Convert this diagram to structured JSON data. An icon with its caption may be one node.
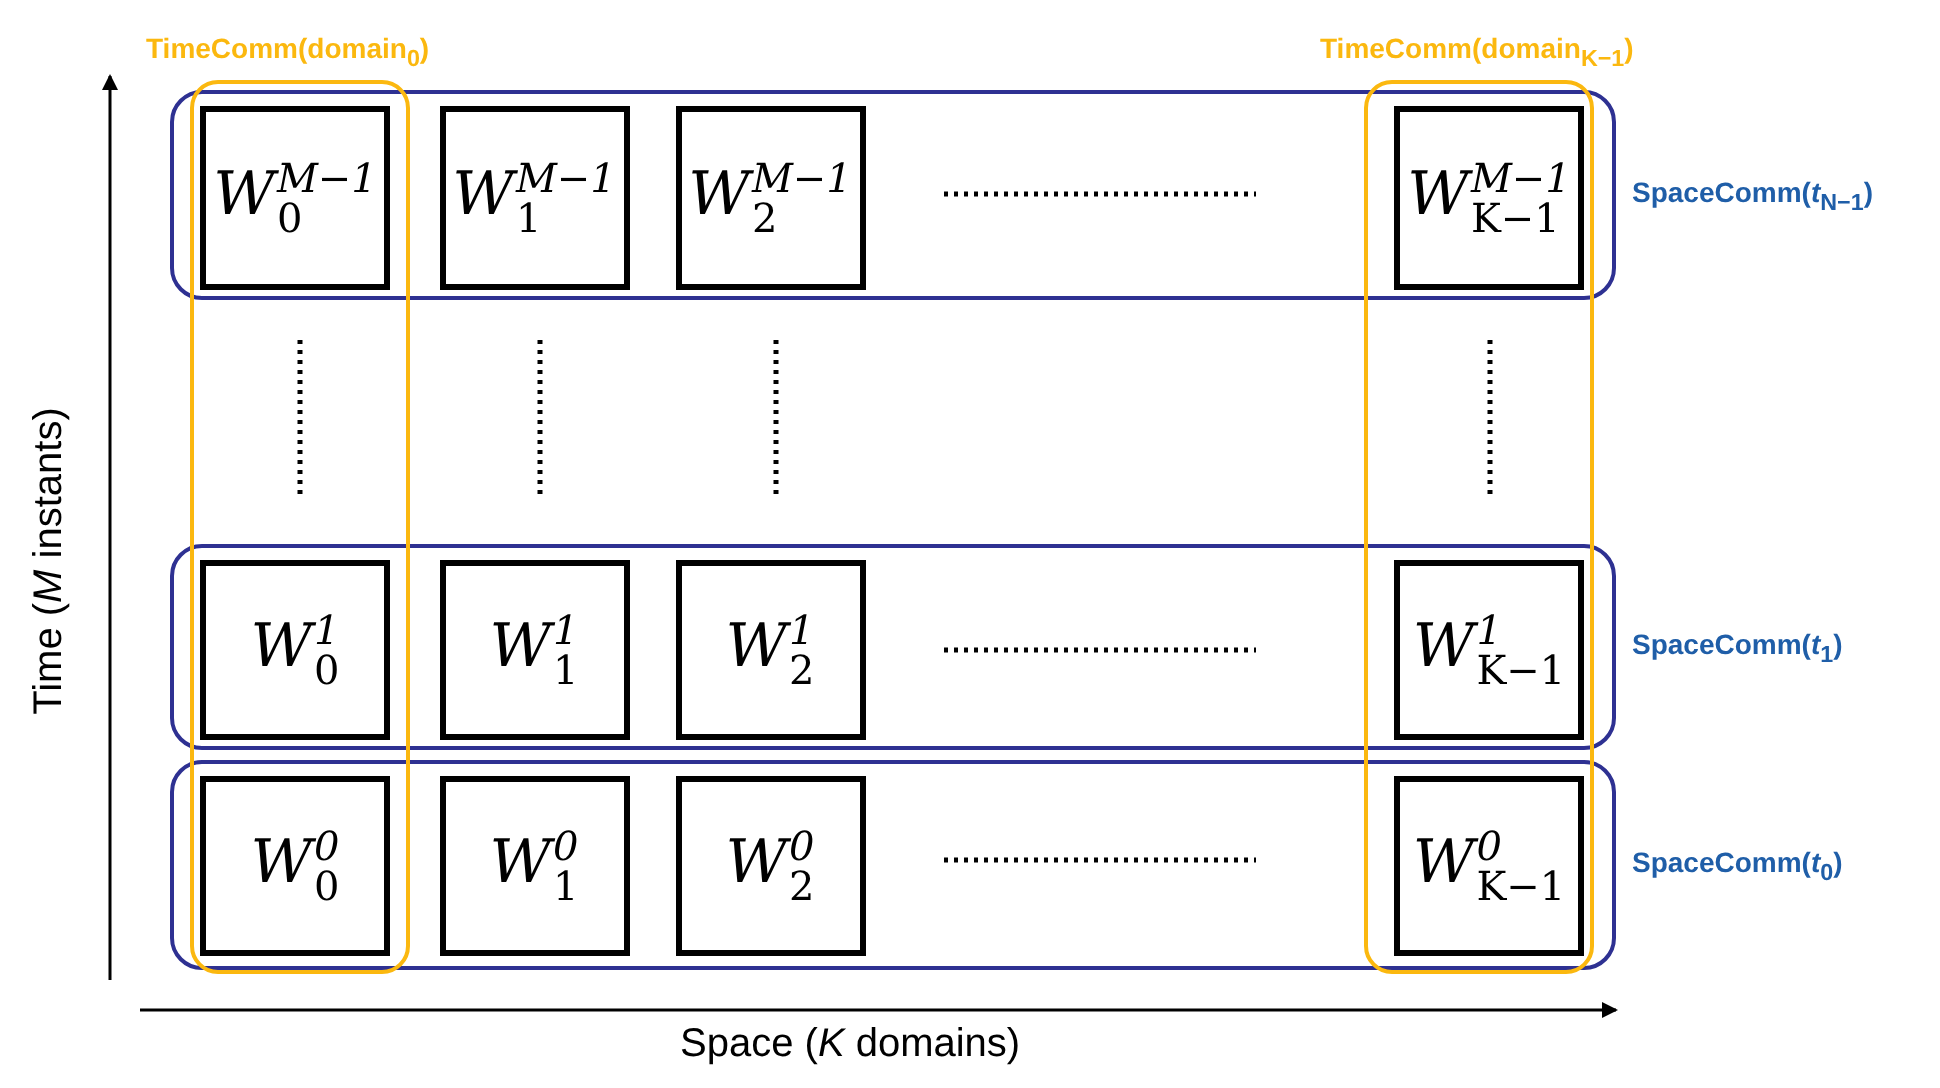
{
  "diagram": {
    "nodes": [
      {
        "text": [
          "TimeComm(domain$_{0}$)"
        ]
      },
      {
        "text": [
          "TimeComm(domain$_{K−1}$)"
        ]
      },
      {
        "text": [
          "SpaceComm(*t*$_{N−1}$)"
        ]
      },
      {
        "text": [
          "W$^{M−1}$$_{0}$"
        ]
      },
      {
        "text": [
          "W$^{M−1}$$_{1}$"
        ],
        "in": 2
      },
      {
        "text": [
          "W$^{M−1}$$_{2}$"
        ],
        "in": 2
      },
      {
        "text": [
          "W$^{M−1}$$_{K−1}$"
        ]
      },
      {
        "text": [
          "SpaceComm(*t*$_{1}$)"
        ]
      },
      {
        "text": [
          "W$^{1}$$_{0}$"
        ]
      },
      {
        "text": [
          "W$^{1}$$_{1}$"
        ],
        "in": 7
      },
      {
        "text": [
          "W$^{1}$$_{2}$"
        ],
        "in": 7
      },
      {
        "text": [
          "W$^{1}$$_{K−1}$"
        ]
      },
      {
        "text": [
          "SpaceComm(*t*$_{0}$)"
        ]
      },
      {
        "text": [
          "W$^{0}$$_{0}$"
        ]
      },
      {
        "text": [
          "W$^{0}$$_{1}$"
        ],
        "in": 12
      },
      {
        "text": [
          "W$^{0}$$_{2}$"
        ],
        "in": 12
      },
      {
        "text": [
          "W$^{0}$$_{K−1}$"
        ]
      }
    ],
    "labels": [
      "Time (*M* instants)",
      "Space (*K* domains)"
    ]
  }
}
